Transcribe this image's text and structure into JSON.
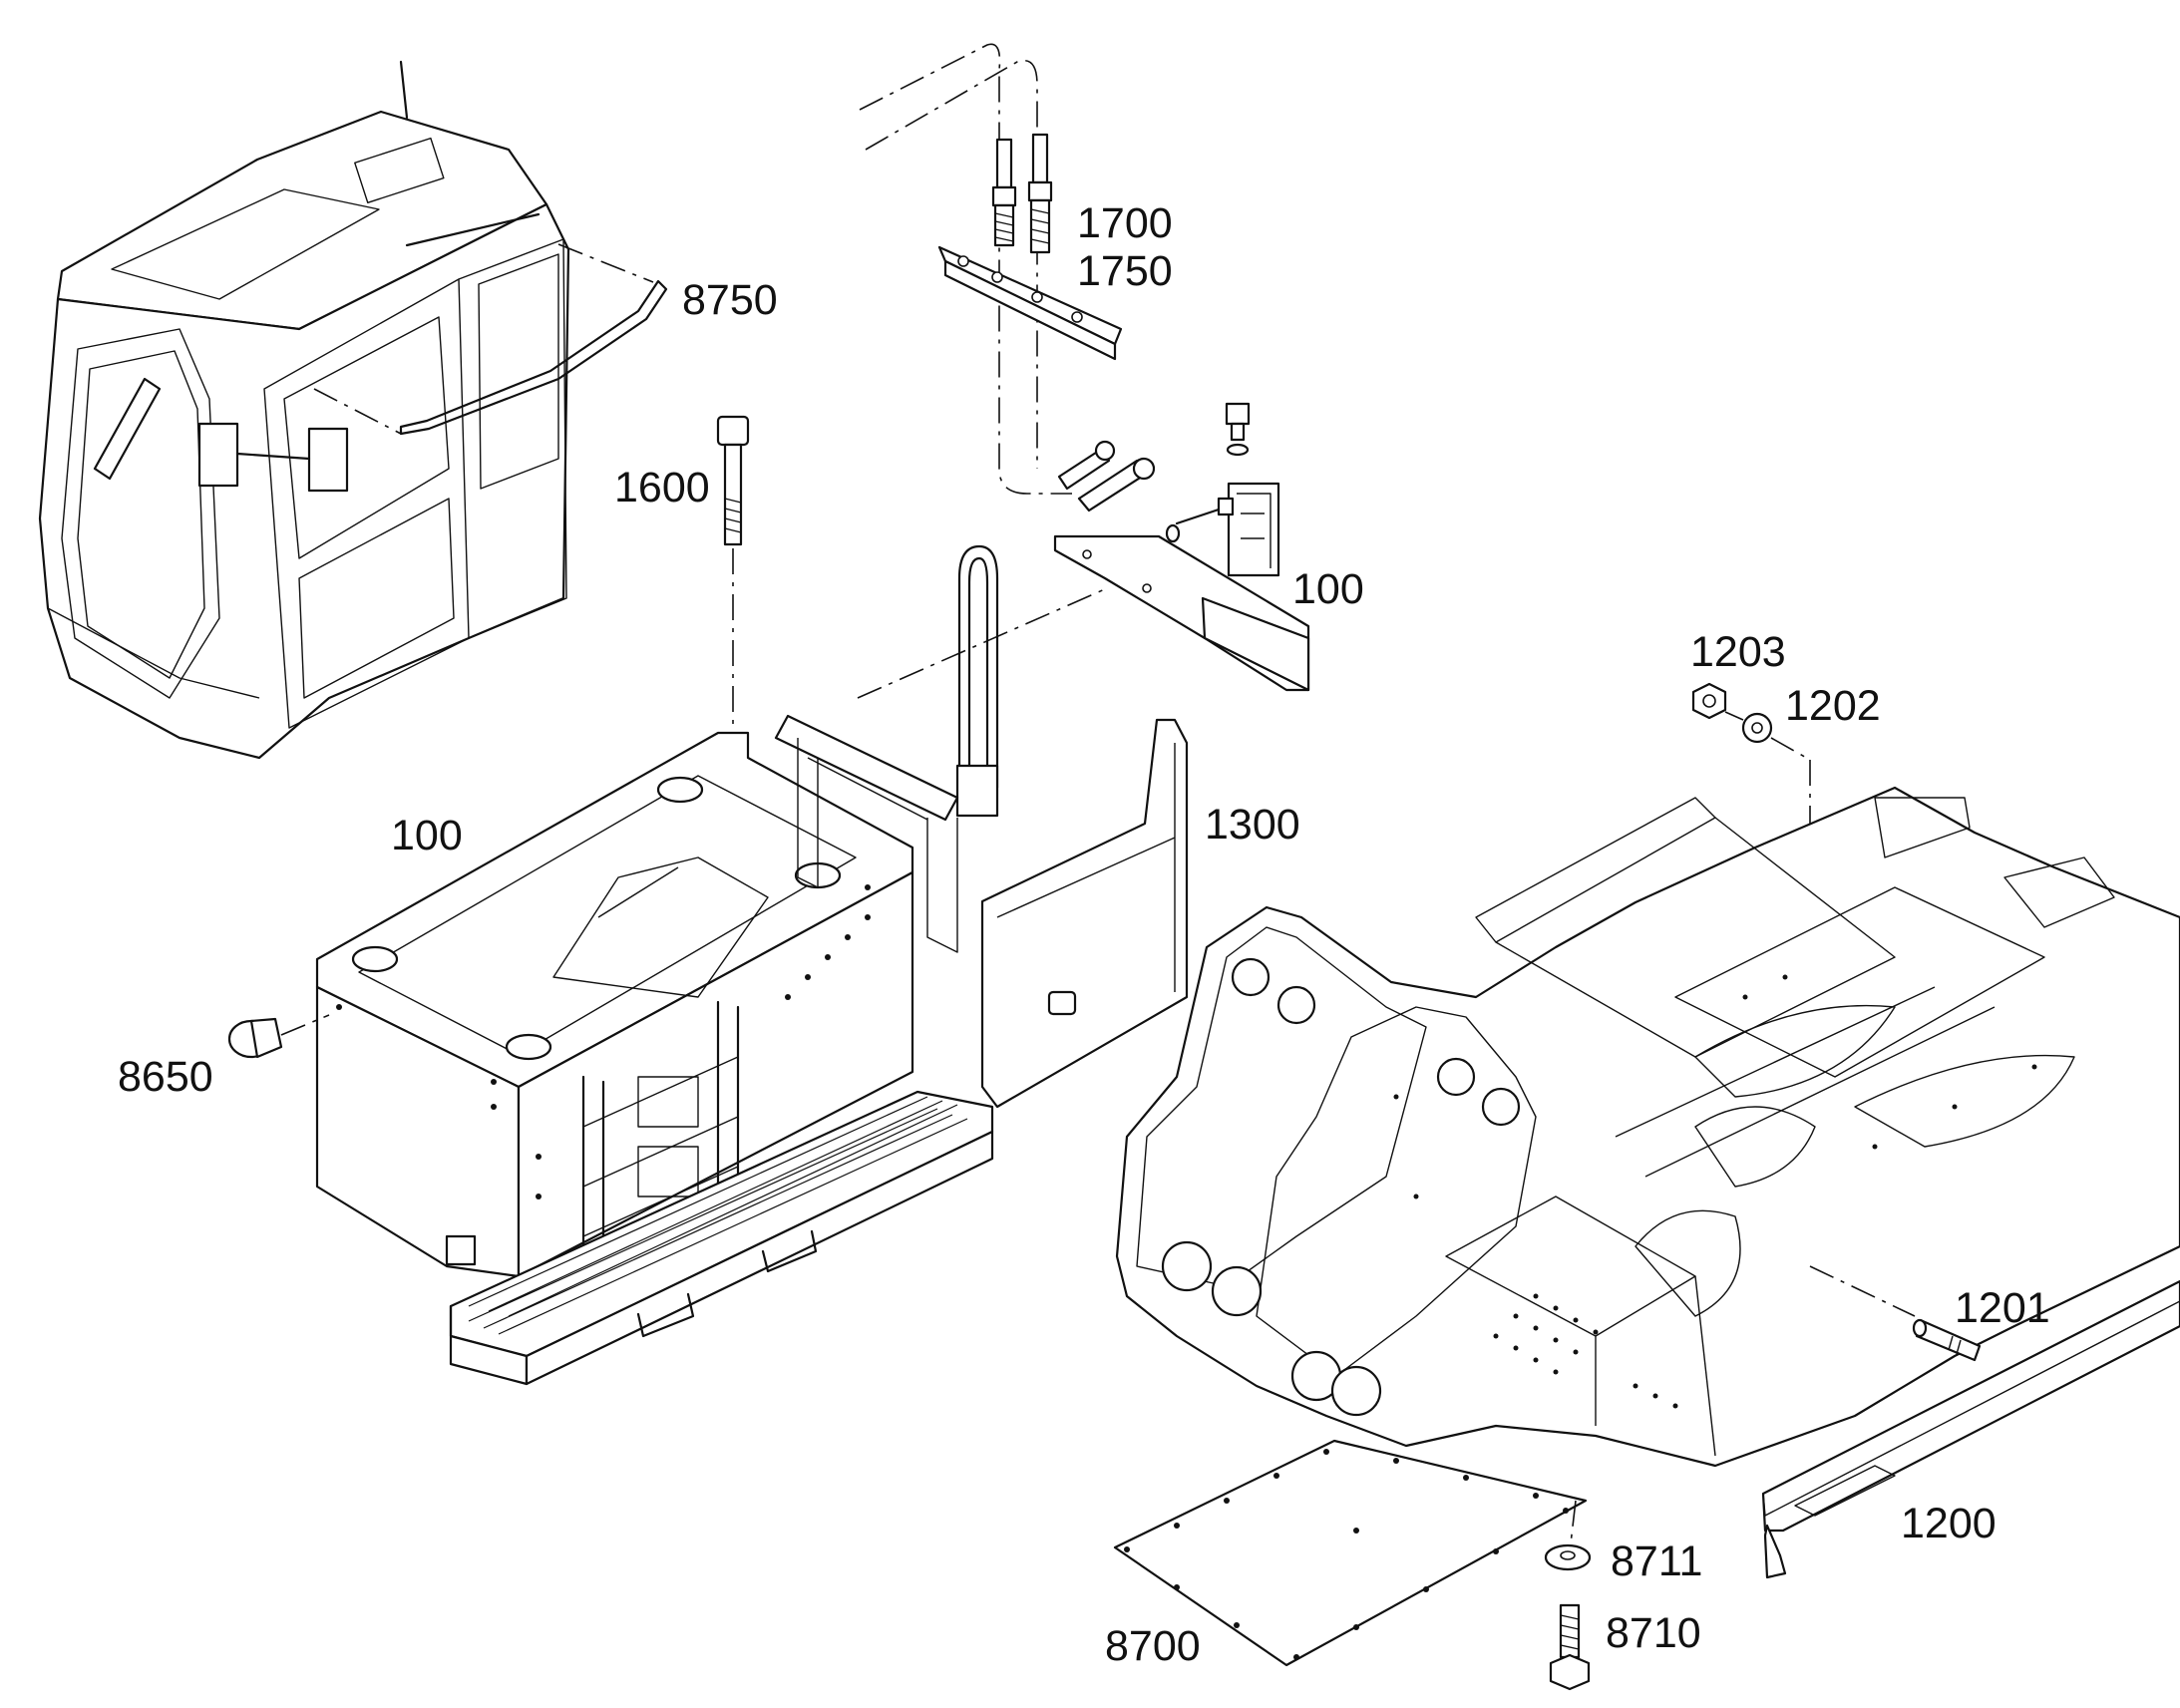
{
  "callouts": {
    "c1700": "1700",
    "c1750": "1750",
    "c8750": "8750",
    "c1600": "1600",
    "c100_bracket": "100",
    "c1203": "1203",
    "c1202": "1202",
    "c100_tank": "100",
    "c1300": "1300",
    "c8650": "8650",
    "c1201": "1201",
    "c1200": "1200",
    "c8711": "8711",
    "c8710": "8710",
    "c8700": "8700"
  }
}
